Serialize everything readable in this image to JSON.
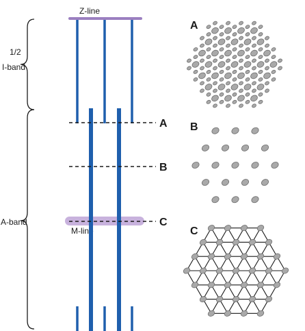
{
  "labels": {
    "z_line": "Z-line",
    "half_i_band_top": "1/2",
    "half_i_band_bottom": "I-band",
    "a_band": "A-band",
    "m_line": "M-line"
  },
  "section_markers": [
    "A",
    "B",
    "C"
  ],
  "panels": [
    {
      "letter": "A",
      "content": "thick and thin filaments hexagonal lattice"
    },
    {
      "letter": "B",
      "content": "thick filaments only"
    },
    {
      "letter": "C",
      "content": "thick filaments with cross-bridge triangular lattice"
    }
  ],
  "colors": {
    "filament": "#1f5fad",
    "z_line": "#9b7fc0",
    "m_line": "#c8b2dd",
    "text": "#1a1a1a",
    "dot_fill": "#a9a9a9",
    "dot_stroke": "#6f6f6f"
  }
}
